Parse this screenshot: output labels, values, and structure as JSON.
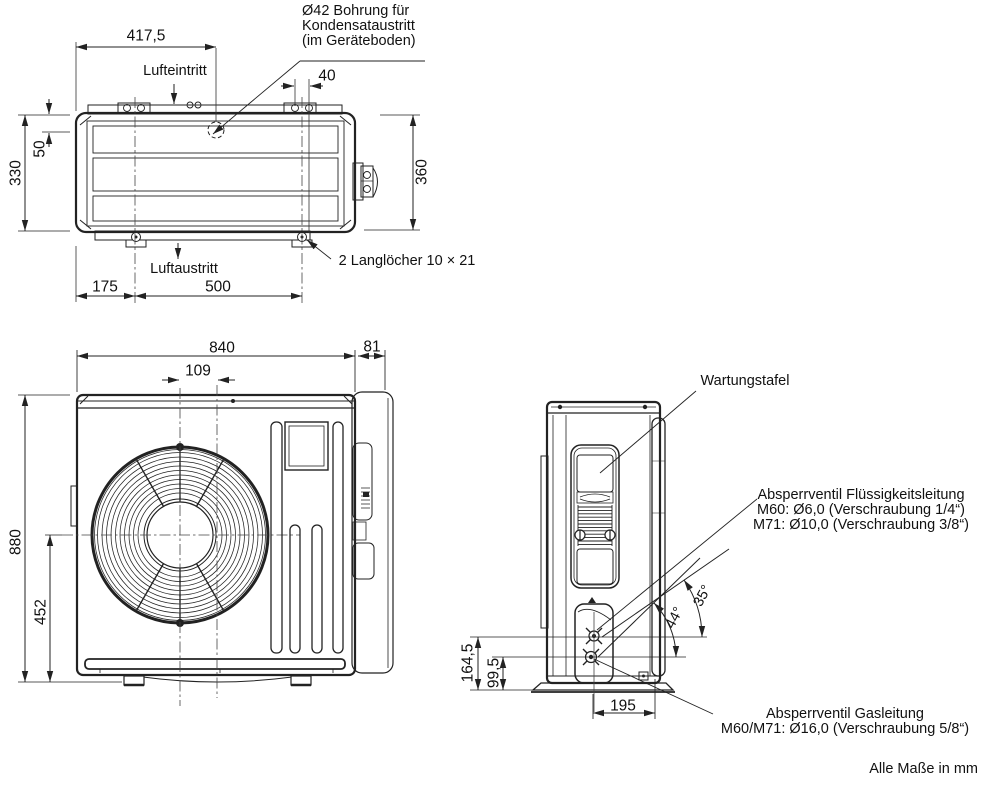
{
  "top_view": {
    "dims": {
      "d417": "417,5",
      "d40": "40",
      "d50": "50",
      "d330": "330",
      "d360": "360",
      "d175": "175",
      "d500": "500"
    },
    "labels": {
      "air_inlet": "Lufteintritt",
      "air_outlet": "Luftaustritt",
      "drain_line1": "Ø42 Bohrung für",
      "drain_line2": "Kondensataustritt",
      "drain_line3": "(im Geräteboden)",
      "slot_note": "2 Langlöcher 10 × 21"
    }
  },
  "front_view": {
    "dims": {
      "d840": "840",
      "d81": "81",
      "d109": "109",
      "d880": "880",
      "d452": "452"
    }
  },
  "side_view": {
    "dims": {
      "d164": "164,5",
      "d99": "99,5",
      "d195": "195",
      "a35": "35°",
      "a44": "44°"
    },
    "labels": {
      "service_panel": "Wartungstafel",
      "liquid_line1": "Absperrventil Flüssigkeitsleitung",
      "liquid_line2": "M60: Ø6,0 (Verschraubung 1/4“)",
      "liquid_line3": "M71: Ø10,0 (Verschraubung 3/8“)",
      "gas_line1": "Absperrventil Gasleitung",
      "gas_line2": "M60/M71: Ø16,0 (Verschraubung 5/8“)"
    }
  },
  "footer": {
    "units_note": "Alle Maße in mm"
  }
}
